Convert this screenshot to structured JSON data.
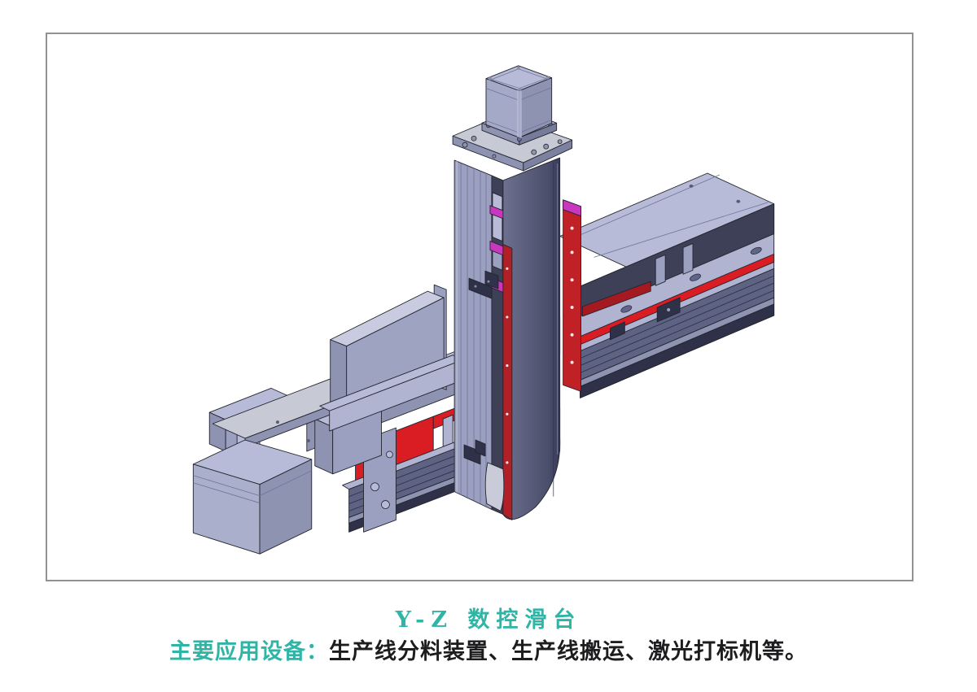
{
  "figure": {
    "description": "Isometric CAD render of a Y-Z CNC slide table assembly",
    "border_color": "#8f9193",
    "background": "#ffffff"
  },
  "caption": {
    "title": "Y-Z 数控滑台",
    "subtitle_label": "主要应用设备：",
    "subtitle_text": "生产线分料装置、生产线搬运、激光打标机等。",
    "title_color": "#2fb5a6",
    "text_color": "#1d1d1f"
  },
  "palette": {
    "body-light": "#b7bbd7",
    "body-mlight": "#b0b4d1",
    "body-mid": "#9ba0c0",
    "body-shade": "#8e93b2",
    "body-dark": "#5e6383",
    "body-darker": "#3d4056",
    "very-dark": "#2e3148",
    "plate-light": "#c7c9d5",
    "panel-highlight": "#c9cce0",
    "red": "#da1c23",
    "red-dark": "#a51a20",
    "red-rail": "#b22026",
    "red-plate": "#c02127",
    "magenta": "#c837be",
    "outline": "#23252f",
    "line-soft": "#70749a",
    "border-gray": "#8f9193",
    "title-color": "#2fb5a6",
    "text-color": "#1d1d1f"
  }
}
